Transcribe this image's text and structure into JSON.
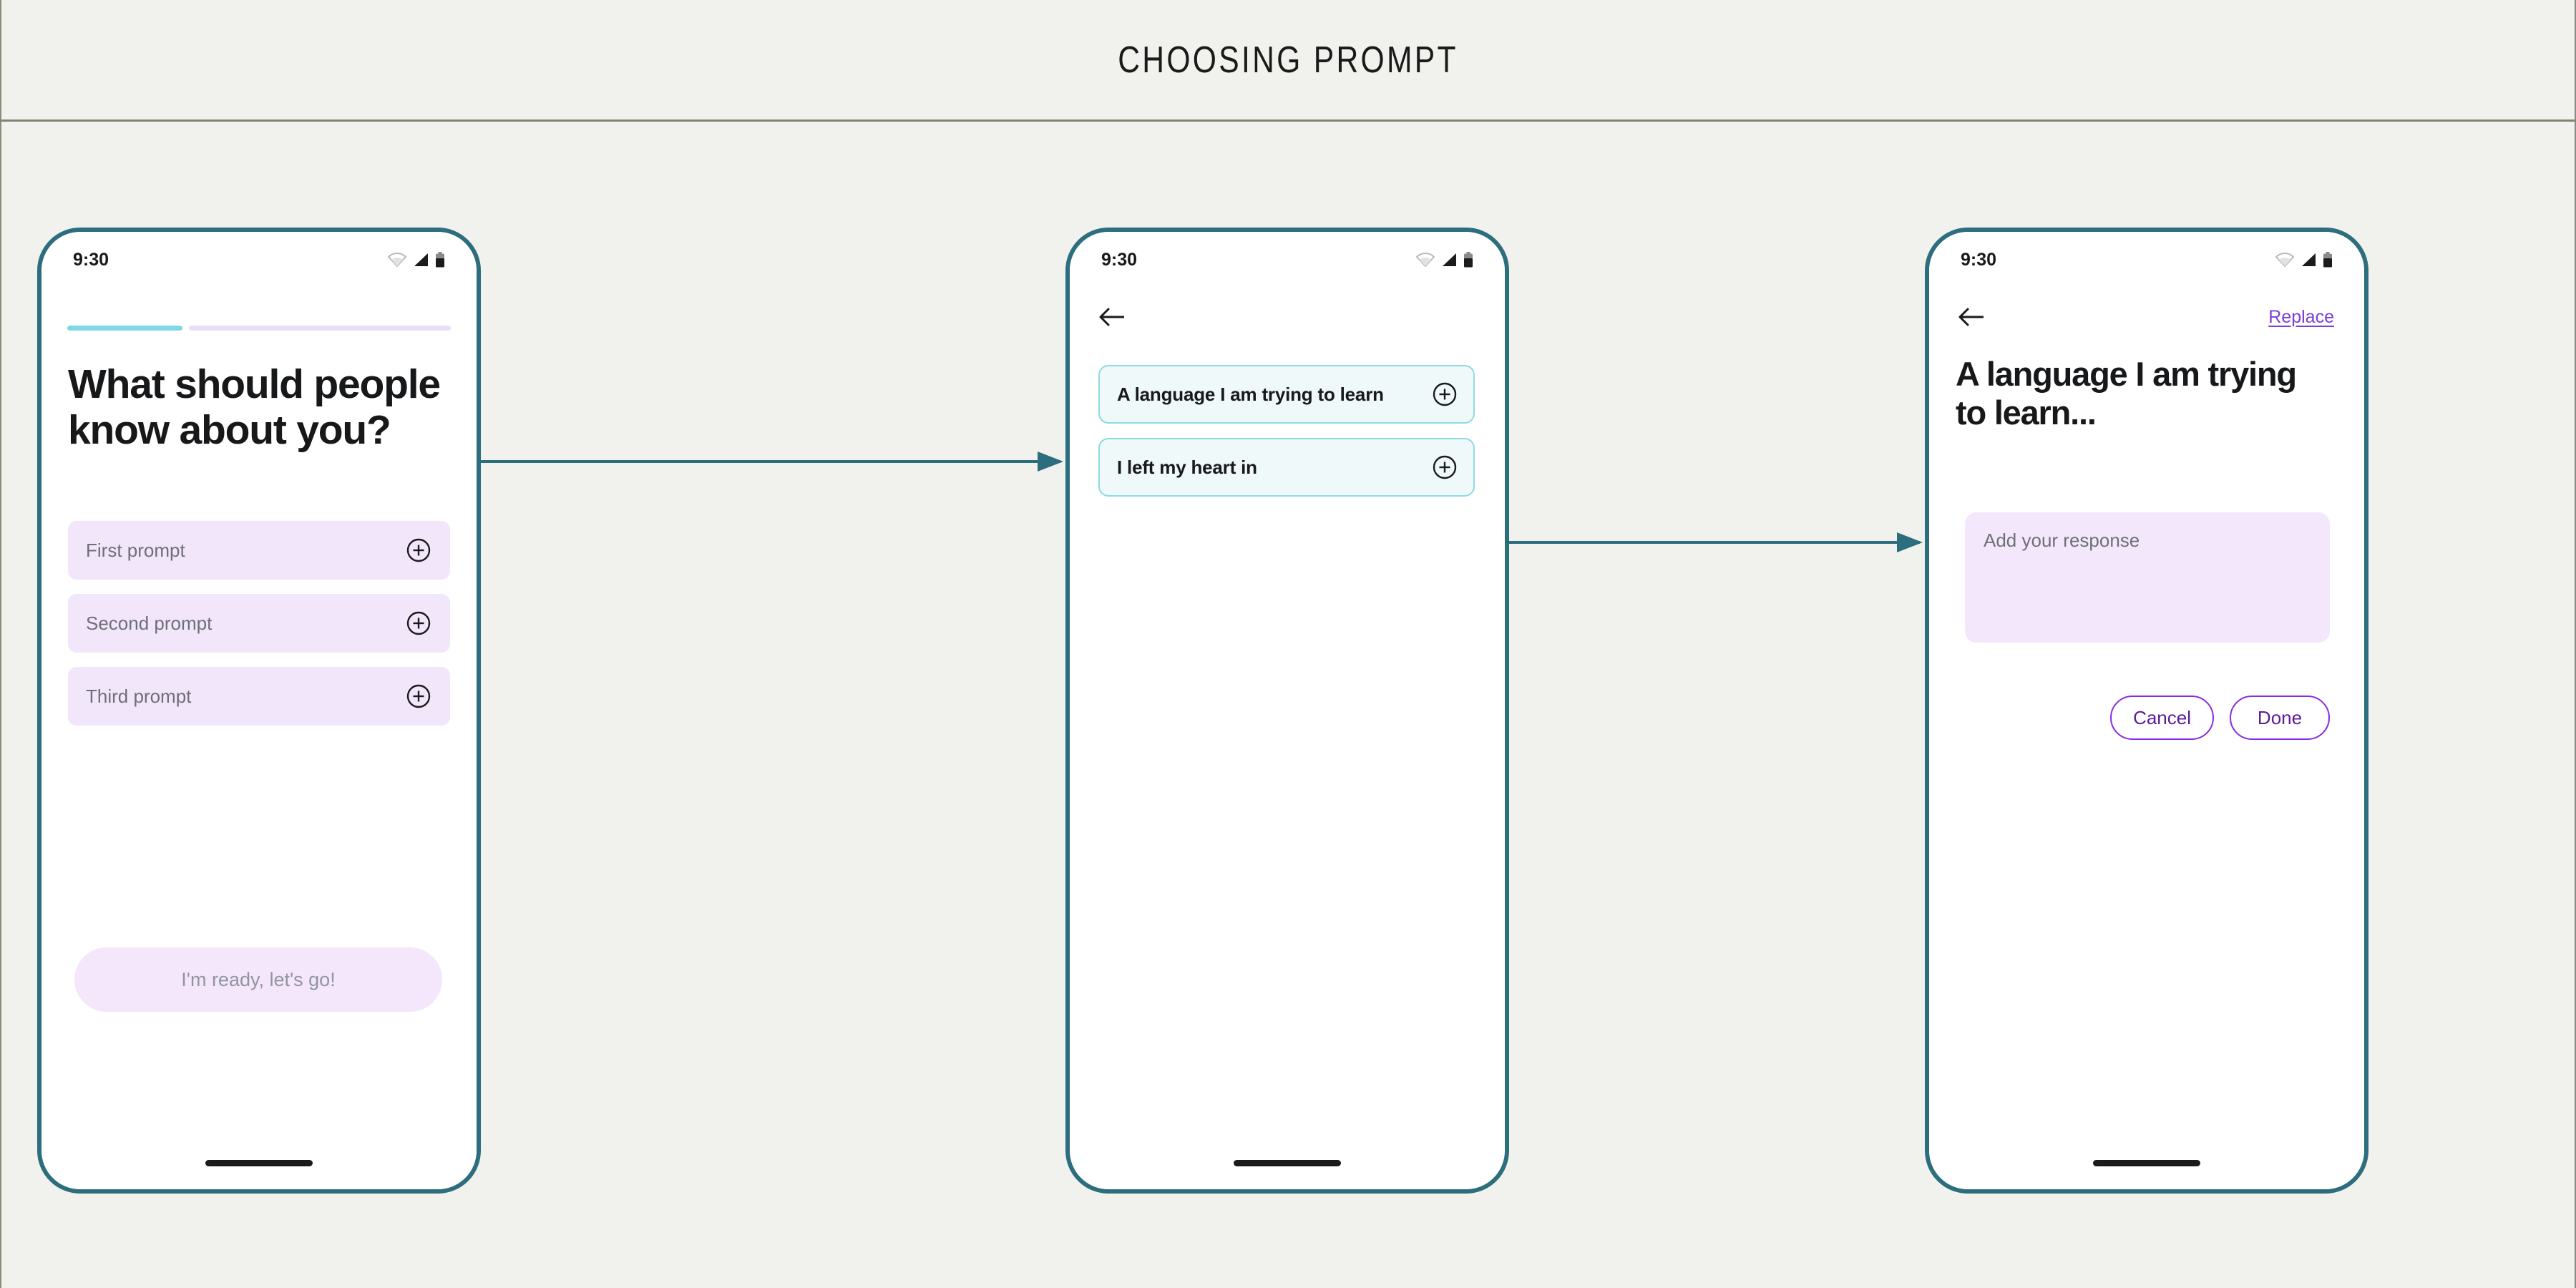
{
  "header": {
    "title": "CHOOSING PROMPT"
  },
  "colors": {
    "background": "#F1F2ED",
    "phone_frame": "#2C6E7E",
    "connector": "#2C6E7E",
    "prompt_fill": "#F2E6FA",
    "option_fill": "#EFF9FA",
    "option_border": "#8FD9E2",
    "progress_filled": "#7FD7E3",
    "progress_track": "#EADDF7",
    "accent_purple": "#7B3FD4",
    "button_border": "#8A2BE2"
  },
  "status_bar": {
    "time": "9:30",
    "icons": [
      "wifi-icon",
      "signal-icon",
      "battery-icon"
    ]
  },
  "screen1": {
    "progress": {
      "filled_percent": 30
    },
    "heading": "What should people know about you?",
    "prompts": [
      {
        "label": "First prompt",
        "add_icon": "plus-circle-icon"
      },
      {
        "label": "Second prompt",
        "add_icon": "plus-circle-icon"
      },
      {
        "label": "Third prompt",
        "add_icon": "plus-circle-icon"
      }
    ],
    "cta_label": "I'm ready, let's go!"
  },
  "screen2": {
    "back_icon": "arrow-left-icon",
    "options": [
      {
        "label": "A language I am trying to learn",
        "add_icon": "plus-circle-icon"
      },
      {
        "label": "I left my heart in",
        "add_icon": "plus-circle-icon"
      }
    ]
  },
  "screen3": {
    "back_icon": "arrow-left-icon",
    "replace_label": "Replace",
    "heading": "A language I am trying to learn...",
    "response_placeholder": "Add your response",
    "cancel_label": "Cancel",
    "done_label": "Done"
  }
}
